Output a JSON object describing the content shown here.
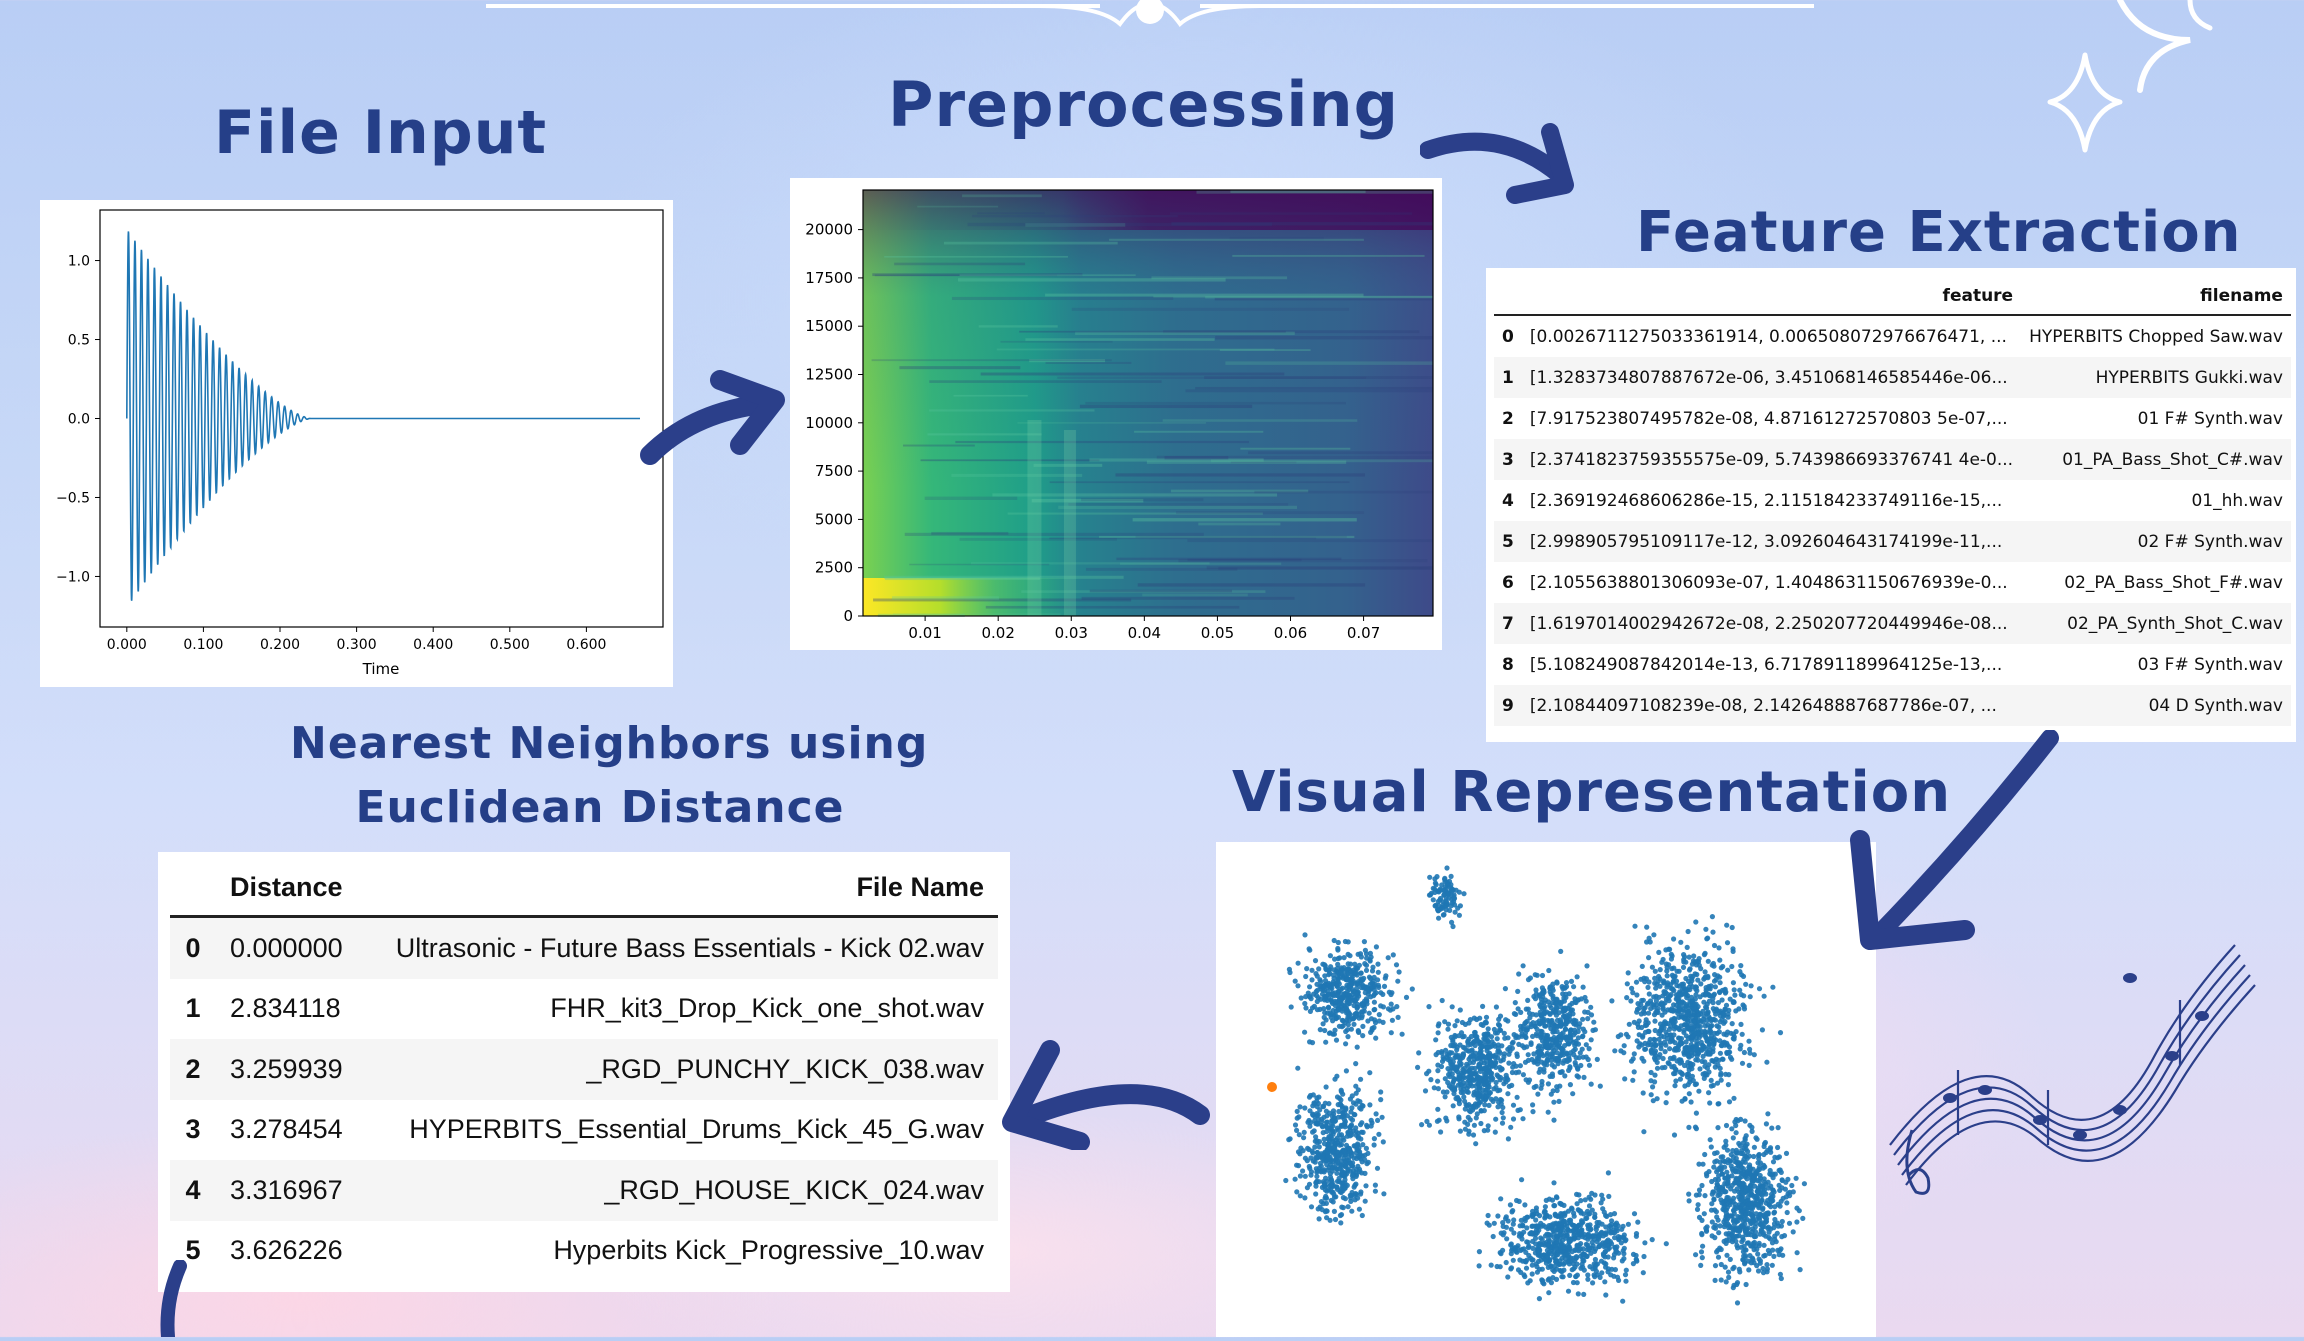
{
  "sections": {
    "file_input": "File Input",
    "preprocessing": "Preprocessing",
    "feature_extraction": "Feature Extraction",
    "nearest_neighbors_line1": "Nearest Neighbors using",
    "nearest_neighbors_line2": "Euclidean Distance",
    "visual_representation": "Visual Representation"
  },
  "chart_data": [
    {
      "type": "line",
      "xlabel": "Time",
      "xticks": [
        "0.000",
        "0.100",
        "0.200",
        "0.300",
        "0.400",
        "0.500",
        "0.600"
      ],
      "yticks": [
        "1.0",
        "0.5",
        "0.0",
        "−0.5",
        "−1.0"
      ],
      "xlim": [
        -0.035,
        0.7
      ],
      "ylim": [
        -1.32,
        1.32
      ],
      "series": [
        {
          "color": "#1f77b4",
          "duration": 0.67,
          "peak": 1.2,
          "decay_end": 0.24,
          "oscillation_period": 0.0085
        }
      ]
    },
    {
      "type": "heatmap",
      "xticks": [
        "0.01",
        "0.02",
        "0.03",
        "0.04",
        "0.05",
        "0.06",
        "0.07"
      ],
      "yticks": [
        "20000",
        "17500",
        "15000",
        "12500",
        "10000",
        "7500",
        "5000",
        "2500",
        "0"
      ],
      "xlim": [
        0.0015,
        0.0795
      ],
      "ylim": [
        0,
        22050
      ],
      "colormap": "viridis"
    },
    {
      "type": "scatter",
      "point_color": "#1f77b4",
      "highlight_color": "#ff7f0e",
      "approx_points": 4200,
      "axes": "off"
    }
  ],
  "feature_table": {
    "columns": [
      "feature",
      "filename"
    ],
    "rows": [
      {
        "index": "0",
        "feature": "[0.0026711275033361914, 0.006508072976676471, ...",
        "filename": "HYPERBITS Chopped Saw.wav"
      },
      {
        "index": "1",
        "feature": "[1.3283734807887672e-06, 3.451068146585446e-06...",
        "filename": "HYPERBITS Gukki.wav"
      },
      {
        "index": "2",
        "feature": "[7.917523807495782e-08, 4.87161272570803 5e-07,...",
        "filename": "01 F# Synth.wav"
      },
      {
        "index": "3",
        "feature": "[2.3741823759355575e-09, 5.743986693376741 4e-0...",
        "filename": "01_PA_Bass_Shot_C#.wav"
      },
      {
        "index": "4",
        "feature": "[2.369192468606286e-15, 2.115184233749116e-15,...",
        "filename": "01_hh.wav"
      },
      {
        "index": "5",
        "feature": "[2.998905795109117e-12, 3.092604643174199e-11,...",
        "filename": "02 F# Synth.wav"
      },
      {
        "index": "6",
        "feature": "[2.1055638801306093e-07, 1.4048631150676939e-0...",
        "filename": "02_PA_Bass_Shot_F#.wav"
      },
      {
        "index": "7",
        "feature": "[1.6197014002942672e-08, 2.250207720449946e-08...",
        "filename": "02_PA_Synth_Shot_C.wav"
      },
      {
        "index": "8",
        "feature": "[5.108249087842014e-13, 6.717891189964125e-13,...",
        "filename": "03 F# Synth.wav"
      },
      {
        "index": "9",
        "feature": "[2.10844097108239e-08, 2.142648887687786e-07, ...",
        "filename": "04 D Synth.wav"
      }
    ]
  },
  "neighbors_table": {
    "columns": [
      "Distance",
      "File Name"
    ],
    "rows": [
      {
        "index": "0",
        "distance": "0.000000",
        "filename": "Ultrasonic - Future Bass Essentials - Kick 02.wav"
      },
      {
        "index": "1",
        "distance": "2.834118",
        "filename": "FHR_kit3_Drop_Kick_one_shot.wav"
      },
      {
        "index": "2",
        "distance": "3.259939",
        "filename": "_RGD_PUNCHY_KICK_038.wav"
      },
      {
        "index": "3",
        "distance": "3.278454",
        "filename": "HYPERBITS_Essential_Drums_Kick_45_G.wav"
      },
      {
        "index": "4",
        "distance": "3.316967",
        "filename": "_RGD_HOUSE_KICK_024.wav"
      },
      {
        "index": "5",
        "distance": "3.626226",
        "filename": "Hyperbits Kick_Progressive_10.wav"
      }
    ]
  },
  "colors": {
    "title": "#253f88",
    "arrow": "#2b3f8a",
    "background_top": "#b9cef5",
    "background_bottom": "#ead9f0"
  },
  "icons": [
    "sparkle-star-icon",
    "music-staff-icon",
    "ornament-divider-icon"
  ]
}
